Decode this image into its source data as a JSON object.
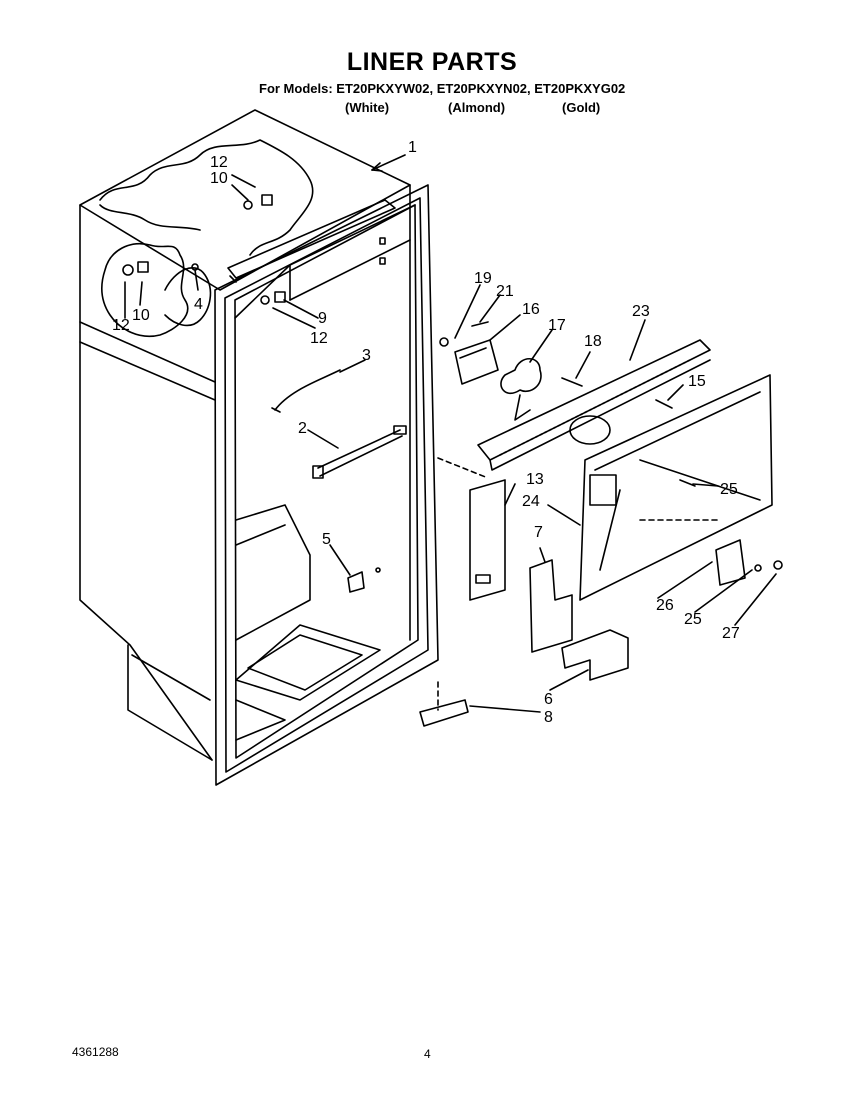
{
  "header": {
    "title": "LINER PARTS",
    "models_line": "For Models: ET20PKXYW02, ET20PKXYN02, ET20PKXYG02",
    "colors": [
      "(White)",
      "(Almond)",
      "(Gold)"
    ]
  },
  "callouts": [
    "1",
    "12",
    "10",
    "4",
    "12",
    "10",
    "9",
    "12",
    "3",
    "2",
    "5",
    "19",
    "21",
    "16",
    "17",
    "18",
    "23",
    "15",
    "13",
    "24",
    "25",
    "7",
    "26",
    "25",
    "27",
    "6",
    "8"
  ],
  "footer": {
    "part_number": "4361288",
    "page_number": "4"
  }
}
